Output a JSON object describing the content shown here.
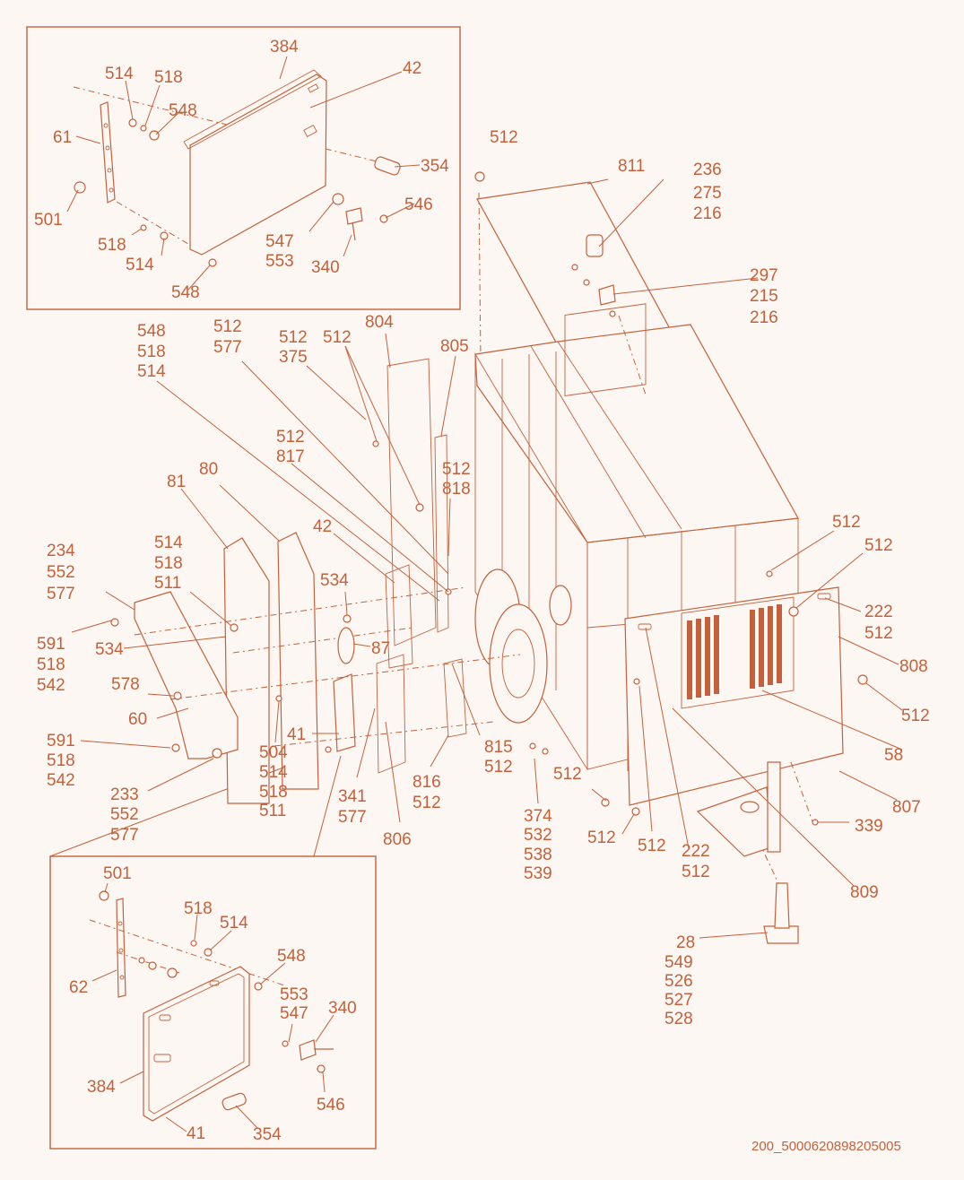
{
  "document": {
    "drawing_number": "200_5000620898205005",
    "accent_color": "#c4613a",
    "background_color": "#fdf7f3"
  },
  "callouts": [
    {
      "id": "t1",
      "text": "384"
    },
    {
      "id": "t2",
      "text": "42"
    },
    {
      "id": "t3",
      "text": "514"
    },
    {
      "id": "t4",
      "text": "518"
    },
    {
      "id": "t5",
      "text": "548"
    },
    {
      "id": "t6",
      "text": "61"
    },
    {
      "id": "t7",
      "text": "354"
    },
    {
      "id": "t8",
      "text": "546"
    },
    {
      "id": "t9",
      "text": "501"
    },
    {
      "id": "t10",
      "text": "518"
    },
    {
      "id": "t11",
      "text": "514"
    },
    {
      "id": "t12",
      "text": "547"
    },
    {
      "id": "t13",
      "text": "553"
    },
    {
      "id": "t14",
      "text": "340"
    },
    {
      "id": "t15",
      "text": "548"
    },
    {
      "id": "t16",
      "text": "512"
    },
    {
      "id": "t17",
      "text": "811"
    },
    {
      "id": "t18",
      "text": "236"
    },
    {
      "id": "t19",
      "text": "275"
    },
    {
      "id": "t20",
      "text": "216"
    },
    {
      "id": "t21",
      "text": "297"
    },
    {
      "id": "t22",
      "text": "215"
    },
    {
      "id": "t23",
      "text": "216"
    },
    {
      "id": "t24",
      "text": "548"
    },
    {
      "id": "t25",
      "text": "518"
    },
    {
      "id": "t26",
      "text": "514"
    },
    {
      "id": "t27",
      "text": "512"
    },
    {
      "id": "t28",
      "text": "577"
    },
    {
      "id": "t29",
      "text": "512"
    },
    {
      "id": "t30",
      "text": "375"
    },
    {
      "id": "t31",
      "text": "512"
    },
    {
      "id": "t32",
      "text": "804"
    },
    {
      "id": "t33",
      "text": "805"
    },
    {
      "id": "t34",
      "text": "512"
    },
    {
      "id": "t35",
      "text": "817"
    },
    {
      "id": "t36",
      "text": "512"
    },
    {
      "id": "t37",
      "text": "818"
    },
    {
      "id": "t38",
      "text": "81"
    },
    {
      "id": "t39",
      "text": "80"
    },
    {
      "id": "t40",
      "text": "42"
    },
    {
      "id": "t41",
      "text": "234"
    },
    {
      "id": "t42",
      "text": "552"
    },
    {
      "id": "t43",
      "text": "577"
    },
    {
      "id": "t44",
      "text": "514"
    },
    {
      "id": "t45",
      "text": "518"
    },
    {
      "id": "t46",
      "text": "511"
    },
    {
      "id": "t47",
      "text": "534"
    },
    {
      "id": "t48",
      "text": "591"
    },
    {
      "id": "t49",
      "text": "518"
    },
    {
      "id": "t50",
      "text": "542"
    },
    {
      "id": "t51",
      "text": "534"
    },
    {
      "id": "t52",
      "text": "87"
    },
    {
      "id": "t53",
      "text": "578"
    },
    {
      "id": "t54",
      "text": "60"
    },
    {
      "id": "t55",
      "text": "41"
    },
    {
      "id": "t56",
      "text": "504"
    },
    {
      "id": "t57",
      "text": "514"
    },
    {
      "id": "t58",
      "text": "518"
    },
    {
      "id": "t59",
      "text": "511"
    },
    {
      "id": "t60",
      "text": "591"
    },
    {
      "id": "t61",
      "text": "518"
    },
    {
      "id": "t62",
      "text": "542"
    },
    {
      "id": "t63",
      "text": "233"
    },
    {
      "id": "t64",
      "text": "552"
    },
    {
      "id": "t65",
      "text": "577"
    },
    {
      "id": "t66",
      "text": "341"
    },
    {
      "id": "t67",
      "text": "577"
    },
    {
      "id": "t68",
      "text": "806"
    },
    {
      "id": "t69",
      "text": "815"
    },
    {
      "id": "t70",
      "text": "512"
    },
    {
      "id": "t71",
      "text": "816"
    },
    {
      "id": "t72",
      "text": "512"
    },
    {
      "id": "t73",
      "text": "374"
    },
    {
      "id": "t74",
      "text": "532"
    },
    {
      "id": "t75",
      "text": "538"
    },
    {
      "id": "t76",
      "text": "539"
    },
    {
      "id": "t77",
      "text": "512"
    },
    {
      "id": "t78",
      "text": "512"
    },
    {
      "id": "t79",
      "text": "512"
    },
    {
      "id": "t80",
      "text": "222"
    },
    {
      "id": "t81",
      "text": "512"
    },
    {
      "id": "t82",
      "text": "512"
    },
    {
      "id": "t83",
      "text": "512"
    },
    {
      "id": "t84",
      "text": "222"
    },
    {
      "id": "t85",
      "text": "512"
    },
    {
      "id": "t86",
      "text": "808"
    },
    {
      "id": "t87",
      "text": "512"
    },
    {
      "id": "t88",
      "text": "58"
    },
    {
      "id": "t89",
      "text": "807"
    },
    {
      "id": "t90",
      "text": "339"
    },
    {
      "id": "t91",
      "text": "809"
    },
    {
      "id": "t92",
      "text": "28"
    },
    {
      "id": "t93",
      "text": "549"
    },
    {
      "id": "t94",
      "text": "526"
    },
    {
      "id": "t95",
      "text": "527"
    },
    {
      "id": "t96",
      "text": "528"
    },
    {
      "id": "t97",
      "text": "501"
    },
    {
      "id": "t98",
      "text": "518"
    },
    {
      "id": "t99",
      "text": "514"
    },
    {
      "id": "t100",
      "text": "548"
    },
    {
      "id": "t101",
      "text": "62"
    },
    {
      "id": "t102",
      "text": "553"
    },
    {
      "id": "t103",
      "text": "547"
    },
    {
      "id": "t104",
      "text": "340"
    },
    {
      "id": "t105",
      "text": "384"
    },
    {
      "id": "t106",
      "text": "546"
    },
    {
      "id": "t107",
      "text": "41"
    },
    {
      "id": "t108",
      "text": "354"
    }
  ]
}
